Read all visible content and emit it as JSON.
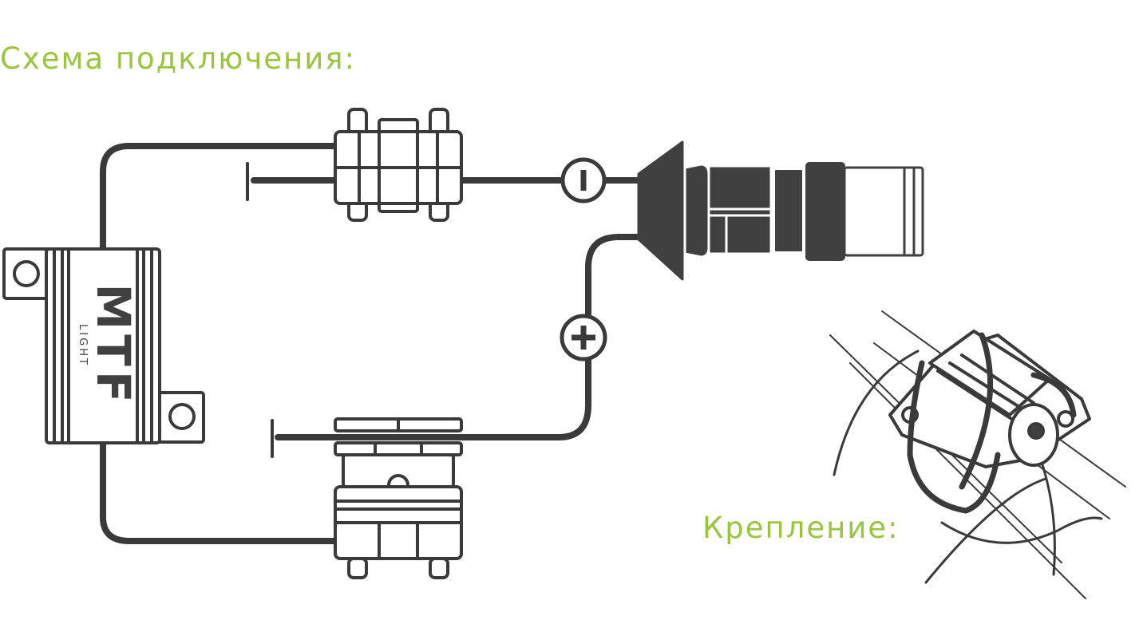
{
  "title": "Схема подключения:",
  "mount_label": "Крепление:",
  "brand": {
    "logo_text": "MTF",
    "logo_subtext": "LIGHT"
  },
  "polarity": {
    "minus_symbol": "−",
    "plus_symbol": "+"
  },
  "colors": {
    "accent": "#9BC53D",
    "stroke": "#3a3a3a",
    "fill_dark": "#404040",
    "background": "#ffffff"
  },
  "icons": {
    "resistor": "load-resistor-icon",
    "connector": "wire-tap-connector-icon",
    "bulb": "led-bulb-icon",
    "mounting": "zip-tie-mounting-icon"
  }
}
